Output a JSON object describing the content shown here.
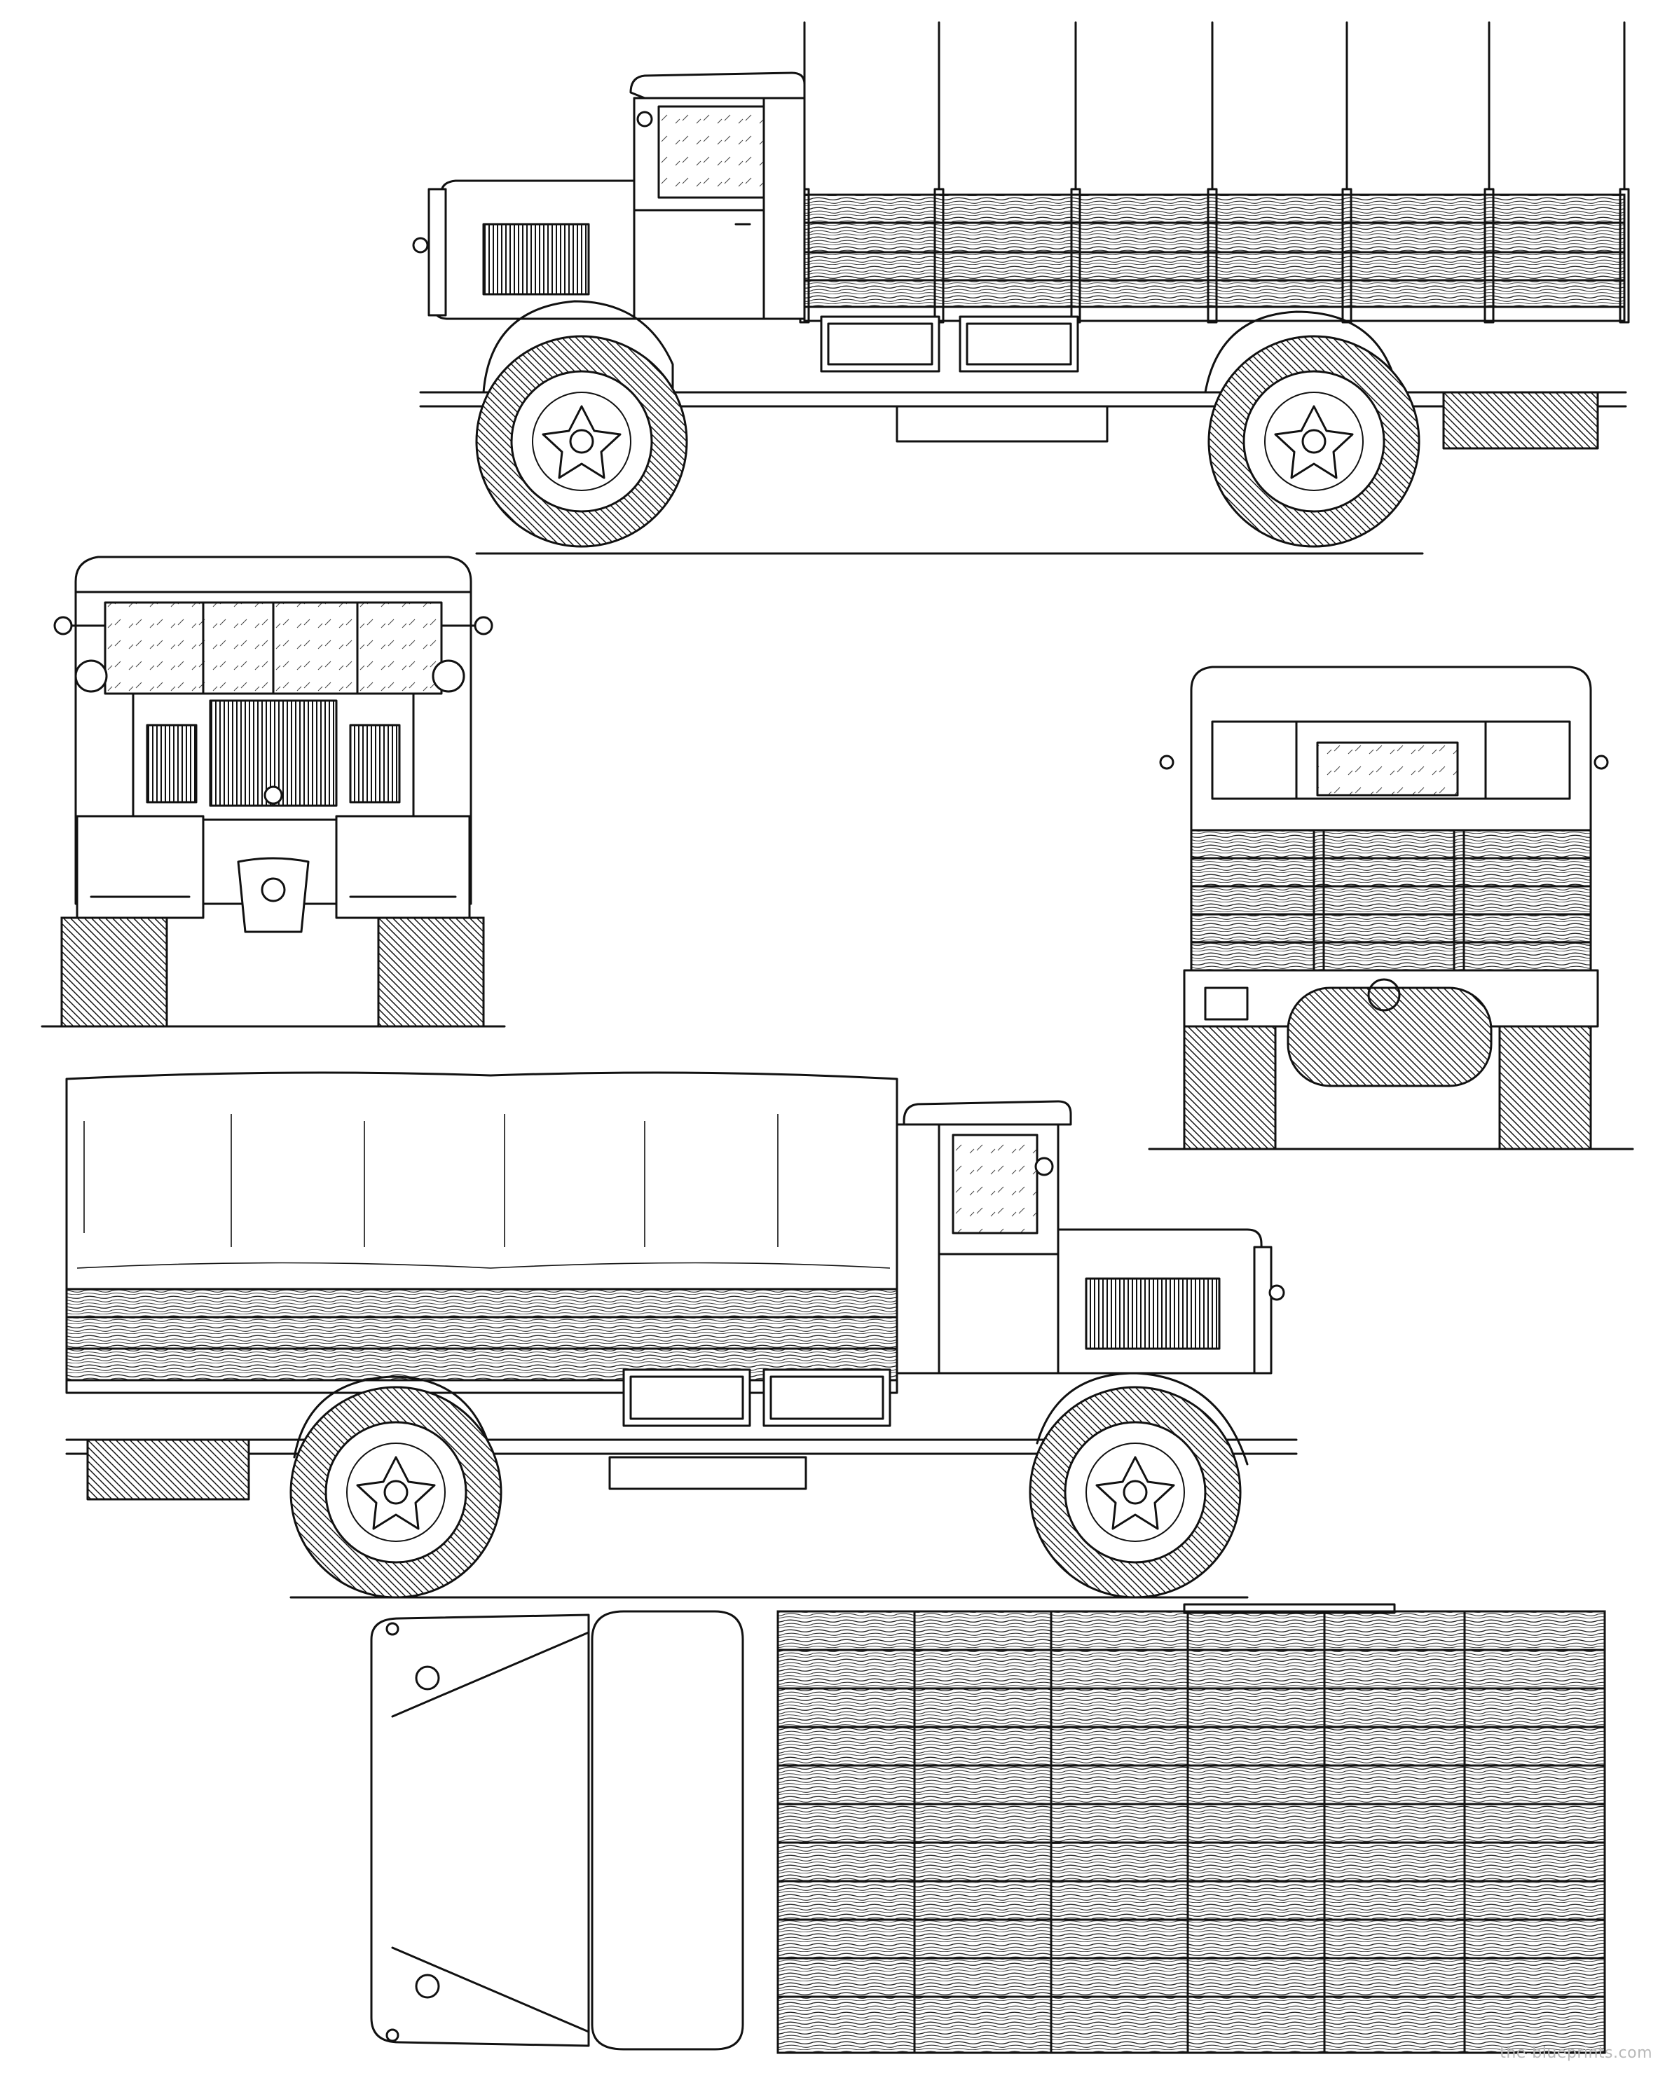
{
  "sheet": {
    "background": "#ffffff",
    "ink": "#111111",
    "views": [
      {
        "name": "side-view-right"
      },
      {
        "name": "front-view"
      },
      {
        "name": "rear-view"
      },
      {
        "name": "side-view-left-with-tarp"
      },
      {
        "name": "top-view"
      }
    ]
  },
  "watermark": "the-blueprints.com",
  "watermark_color": "#b9b9b9"
}
